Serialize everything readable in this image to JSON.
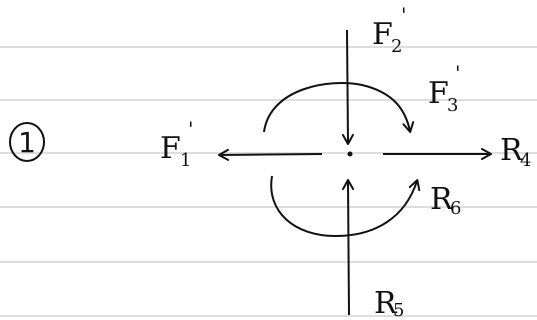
{
  "marker": "1",
  "forces": {
    "F1": {
      "letter": "F",
      "sub": "1",
      "prime": "'"
    },
    "F2": {
      "letter": "F",
      "sub": "2",
      "prime": "'"
    },
    "F3": {
      "letter": "F",
      "sub": "3",
      "prime": "'"
    },
    "R4": {
      "letter": "R",
      "sub": "4"
    },
    "R5": {
      "letter": "R",
      "sub": "5"
    },
    "R6": {
      "letter": "R",
      "sub": "6"
    }
  },
  "colors": {
    "ink": "#111111",
    "ruled_line": "#d4d4d4",
    "paper": "#ffffff"
  }
}
